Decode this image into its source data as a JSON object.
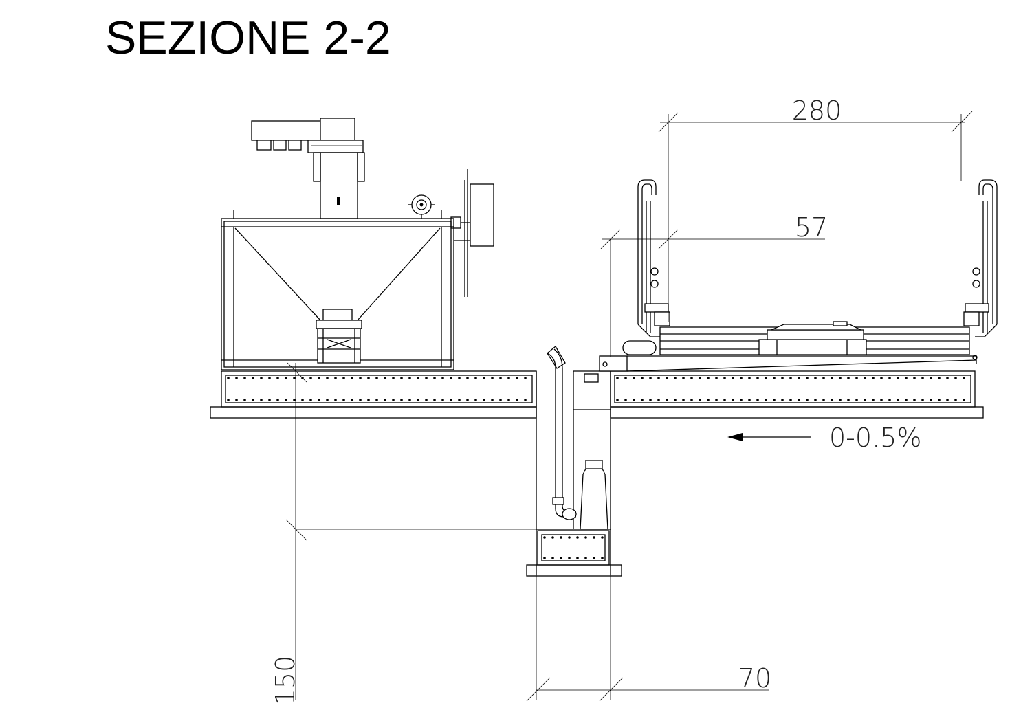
{
  "title": "SEZIONE 2-2",
  "dimensions": {
    "width_top": "280",
    "offset": "57",
    "pit_width": "70",
    "depth": "150"
  },
  "slope": {
    "label": "0-0.5%"
  }
}
